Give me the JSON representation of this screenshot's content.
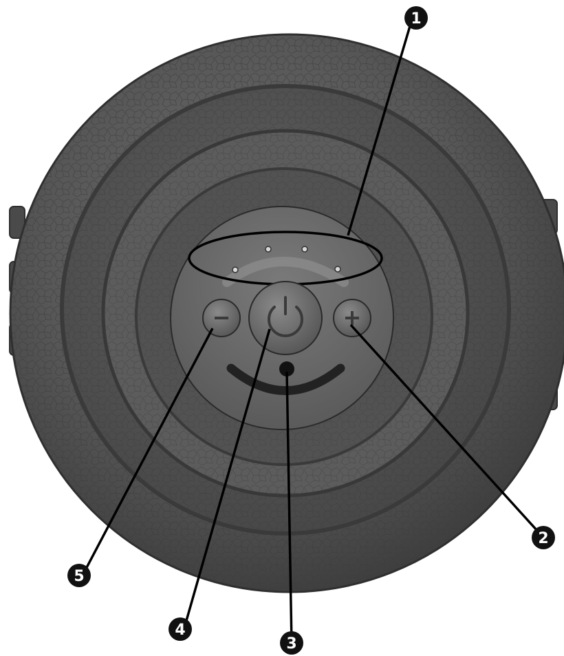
{
  "callouts": [
    {
      "id": "1",
      "label": "1",
      "target": "led-indicators"
    },
    {
      "id": "2",
      "label": "2",
      "target": "plus-button"
    },
    {
      "id": "3",
      "label": "3",
      "target": "hole"
    },
    {
      "id": "4",
      "label": "4",
      "target": "power-button"
    },
    {
      "id": "5",
      "label": "5",
      "target": "minus-button"
    }
  ],
  "device": {
    "body_color": "#5a5a5a",
    "panel_color": "#6a6a6a",
    "led_color": "#d8d8d8",
    "callout_color": "#111111"
  },
  "icons": {
    "power": "power-icon",
    "plus": "plus-icon",
    "minus": "minus-icon"
  }
}
